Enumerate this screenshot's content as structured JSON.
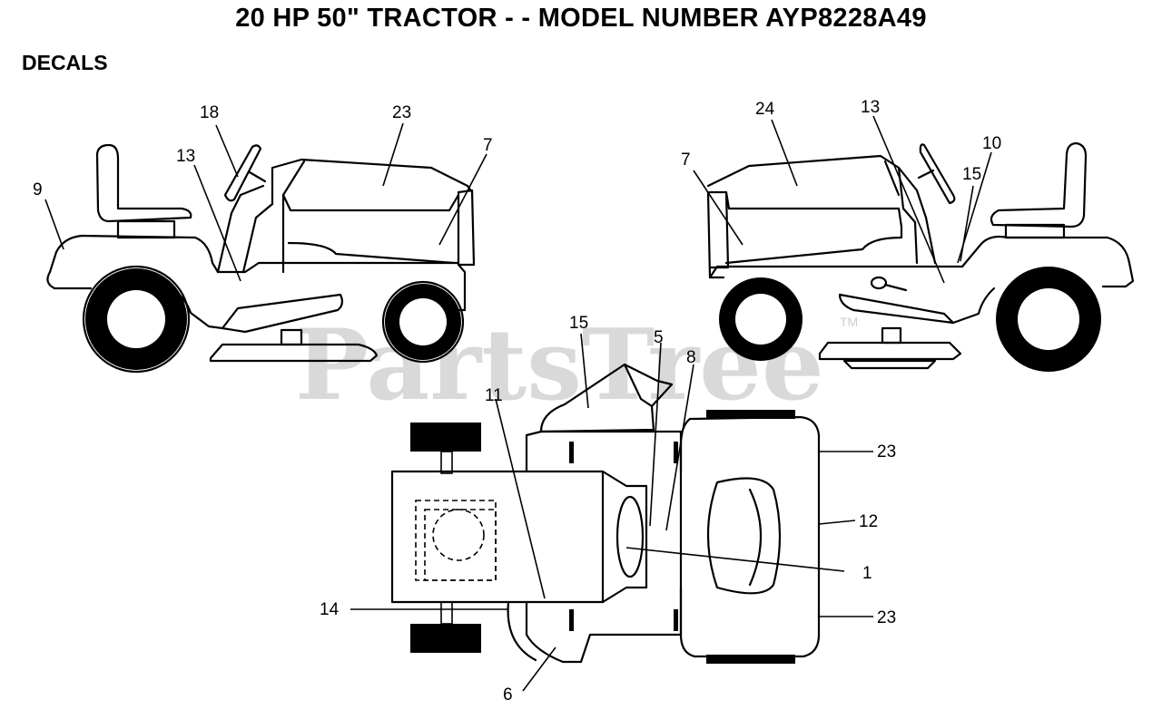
{
  "header": {
    "title": "20 HP 50\" TRACTOR - - MODEL NUMBER AYP8228A49",
    "section": "DECALS"
  },
  "watermark": {
    "text": "PartsTree",
    "trademark": "TM"
  },
  "callouts": {
    "left_view": [
      "9",
      "18",
      "13",
      "23",
      "7"
    ],
    "right_view": [
      "7",
      "24",
      "13",
      "10",
      "15"
    ],
    "top_view": [
      "15",
      "11",
      "5",
      "8",
      "23",
      "12",
      "1",
      "23",
      "14",
      "6"
    ]
  }
}
